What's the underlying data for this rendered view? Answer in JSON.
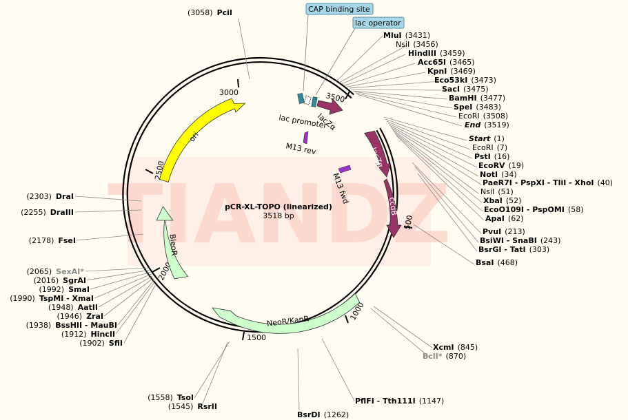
{
  "center": {
    "title": "pCR-XL-TOPO (linearized)",
    "size": "3518 bp"
  },
  "watermark": "TIANDZ",
  "ticks": [
    "500",
    "1000",
    "1500",
    "2000",
    "2500",
    "3000",
    "3500"
  ],
  "features": [
    {
      "name": "ori",
      "color": "#ffff00"
    },
    {
      "name": "BleoR",
      "color": "#ccffcc"
    },
    {
      "name": "NeoR/KanR",
      "color": "#ccffcc"
    },
    {
      "name": "lacZα",
      "color": "#993366"
    },
    {
      "name": "lacZα",
      "color": "#993366"
    },
    {
      "name": "ccdB",
      "color": "#993366"
    },
    {
      "name": "lac promoter",
      "color": "#2e8b9a"
    },
    {
      "name": "M13 rev",
      "color": "#9933cc"
    },
    {
      "name": "M13 fwd",
      "color": "#9933cc"
    }
  ],
  "boxed_labels": [
    {
      "text": "CAP binding site"
    },
    {
      "text": "lac operator"
    }
  ],
  "sites": [
    {
      "pre": "(3058)",
      "name": "PciI",
      "post": "",
      "bold": true
    },
    {
      "pre": "",
      "name": "MluI",
      "post": "(3431)",
      "bold": true
    },
    {
      "pre": "",
      "name": "NsiI",
      "post": "(3456)",
      "bold": false
    },
    {
      "pre": "",
      "name": "HindIII",
      "post": "(3459)",
      "bold": true
    },
    {
      "pre": "",
      "name": "Acc65I",
      "post": "(3465)",
      "bold": true
    },
    {
      "pre": "",
      "name": "KpnI",
      "post": "(3469)",
      "bold": true
    },
    {
      "pre": "",
      "name": "Eco53kI",
      "post": "(3473)",
      "bold": true
    },
    {
      "pre": "",
      "name": "SacI",
      "post": "(3475)",
      "bold": true
    },
    {
      "pre": "",
      "name": "BamHI",
      "post": "(3477)",
      "bold": true
    },
    {
      "pre": "",
      "name": "SpeI",
      "post": "(3483)",
      "bold": true
    },
    {
      "pre": "",
      "name": "EcoRI",
      "post": "(3508)",
      "bold": false
    },
    {
      "pre": "",
      "name": "End",
      "post": "(3519)",
      "bold": true,
      "italic": true
    },
    {
      "pre": "",
      "name": "Start",
      "post": "(1)",
      "bold": true,
      "italic": true
    },
    {
      "pre": "",
      "name": "EcoRI",
      "post": "(7)",
      "bold": false
    },
    {
      "pre": "",
      "name": "PstI",
      "post": "(16)",
      "bold": true
    },
    {
      "pre": "",
      "name": "EcoRV",
      "post": "(19)",
      "bold": true
    },
    {
      "pre": "",
      "name": "NotI",
      "post": "(34)",
      "bold": true
    },
    {
      "pre": "",
      "name": "PaeR7I - PspXI - TliI - XhoI",
      "post": "(40)",
      "bold": true
    },
    {
      "pre": "",
      "name": "NsiI",
      "post": "(51)",
      "bold": false
    },
    {
      "pre": "",
      "name": "XbaI",
      "post": "(52)",
      "bold": true
    },
    {
      "pre": "",
      "name": "EcoO109I - PspOMI",
      "post": "(58)",
      "bold": true
    },
    {
      "pre": "",
      "name": "ApaI",
      "post": "(62)",
      "bold": true
    },
    {
      "pre": "",
      "name": "PvuI",
      "post": "(213)",
      "bold": true
    },
    {
      "pre": "",
      "name": "BsiWI - SnaBI",
      "post": "(243)",
      "bold": true
    },
    {
      "pre": "",
      "name": "BsrGI - TatI",
      "post": "(303)",
      "bold": true
    },
    {
      "pre": "",
      "name": "BsaI",
      "post": "(468)",
      "bold": true
    },
    {
      "pre": "",
      "name": "XcmI",
      "post": "(845)",
      "bold": true
    },
    {
      "pre": "",
      "name": "BclI*",
      "post": "(870)",
      "bold": true,
      "gray": true
    },
    {
      "pre": "",
      "name": "PflFI - Tth111I",
      "post": "(1147)",
      "bold": true
    },
    {
      "pre": "",
      "name": "BsrDI",
      "post": "(1262)",
      "bold": true
    },
    {
      "pre": "(1558)",
      "name": "TsoI",
      "post": "",
      "bold": true
    },
    {
      "pre": "(1545)",
      "name": "RsrII",
      "post": "",
      "bold": true
    },
    {
      "pre": "(1902)",
      "name": "SfiI",
      "post": "",
      "bold": true
    },
    {
      "pre": "(1912)",
      "name": "HincII",
      "post": "",
      "bold": true
    },
    {
      "pre": "(1938)",
      "name": "BssHII - MauBI",
      "post": "",
      "bold": true
    },
    {
      "pre": "(1946)",
      "name": "ZraI",
      "post": "",
      "bold": true
    },
    {
      "pre": "(1948)",
      "name": "AatII",
      "post": "",
      "bold": true
    },
    {
      "pre": "(1990)",
      "name": "TspMI - XmaI",
      "post": "",
      "bold": true
    },
    {
      "pre": "(1992)",
      "name": "SmaI",
      "post": "",
      "bold": true
    },
    {
      "pre": "(2016)",
      "name": "SgrAI",
      "post": "",
      "bold": true
    },
    {
      "pre": "(2065)",
      "name": "SexAI*",
      "post": "",
      "bold": true,
      "gray": true
    },
    {
      "pre": "(2178)",
      "name": "FseI",
      "post": "",
      "bold": true
    },
    {
      "pre": "(2255)",
      "name": "DraIII",
      "post": "",
      "bold": true
    },
    {
      "pre": "(2303)",
      "name": "DraI",
      "post": "",
      "bold": true
    }
  ]
}
